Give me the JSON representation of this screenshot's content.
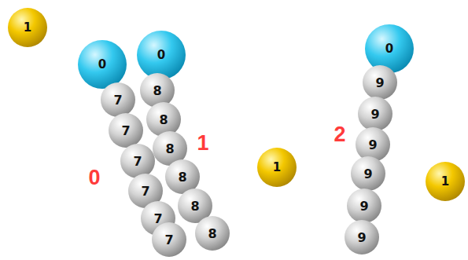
{
  "diagram": {
    "nodes": [
      {
        "text": [
          "1"
        ]
      },
      {
        "text": [
          "0"
        ]
      },
      {
        "text": [
          "0"
        ]
      },
      {
        "text": [
          "7"
        ]
      },
      {
        "text": [
          "7"
        ]
      },
      {
        "text": [
          "7"
        ]
      },
      {
        "text": [
          "7"
        ]
      },
      {
        "text": [
          "7"
        ]
      },
      {
        "text": [
          "7"
        ]
      },
      {
        "text": [
          "8"
        ]
      },
      {
        "text": [
          "8"
        ]
      },
      {
        "text": [
          "8"
        ]
      },
      {
        "text": [
          "8"
        ]
      },
      {
        "text": [
          "8"
        ]
      },
      {
        "text": [
          "8"
        ]
      },
      {
        "text": [
          "1"
        ]
      },
      {
        "text": [
          "0"
        ]
      },
      {
        "text": [
          "9"
        ]
      },
      {
        "text": [
          "9"
        ]
      },
      {
        "text": [
          "9"
        ]
      },
      {
        "text": [
          "9"
        ]
      },
      {
        "text": [
          "9"
        ]
      },
      {
        "text": [
          "9"
        ]
      },
      {
        "text": [
          "1"
        ]
      }
    ],
    "labels": [
      "0",
      "1",
      "2"
    ]
  }
}
